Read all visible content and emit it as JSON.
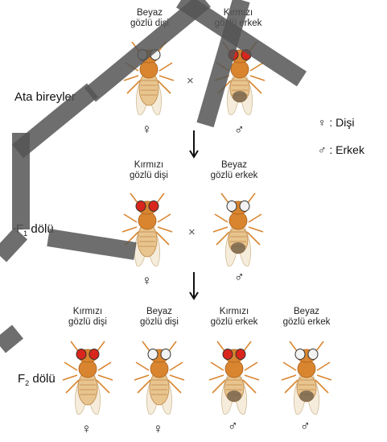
{
  "diagram": {
    "generations": {
      "parents": "Ata bireyler",
      "f1_prefix": "F",
      "f1_sub": "1",
      "f1_suffix": " dölü",
      "f2_prefix": "F",
      "f2_sub": "2",
      "f2_suffix": " dölü"
    },
    "symbols": {
      "female": "♀",
      "male": "♂",
      "cross": "×",
      "arrow": "↓"
    },
    "legend": {
      "female_symbol": "♀",
      "female_text": ": Dişi",
      "male_symbol": "♂",
      "male_text": ": Erkek"
    },
    "parents": [
      {
        "line1": "Beyaz",
        "line2": "gözlü dişi",
        "eye": "white",
        "sex": "female"
      },
      {
        "line1": "Kırmızı",
        "line2": "gözlü erkek",
        "eye": "red",
        "sex": "male"
      }
    ],
    "f1": [
      {
        "line1": "Kırmızı",
        "line2": "gözlü dişi",
        "eye": "red",
        "sex": "female"
      },
      {
        "line1": "Beyaz",
        "line2": "gözlü erkek",
        "eye": "white",
        "sex": "male"
      }
    ],
    "f2": [
      {
        "line1": "Kırmızı",
        "line2": "gözlü dişi",
        "eye": "red",
        "sex": "female"
      },
      {
        "line1": "Beyaz",
        "line2": "gözlü dişi",
        "eye": "white",
        "sex": "female"
      },
      {
        "line1": "Kırmızı",
        "line2": "gözlü erkek",
        "eye": "red",
        "sex": "male"
      },
      {
        "line1": "Beyaz",
        "line2": "gözlü erkek",
        "eye": "white",
        "sex": "male"
      }
    ],
    "colors": {
      "body": "#d9852f",
      "abdomen": "#e8c48e",
      "abdomen_male_tip": "#6b5a46",
      "eye_red": "#d8261c",
      "eye_white": "#f2f2f2",
      "wing": "#f4ead8",
      "watermark": "#555555"
    }
  }
}
